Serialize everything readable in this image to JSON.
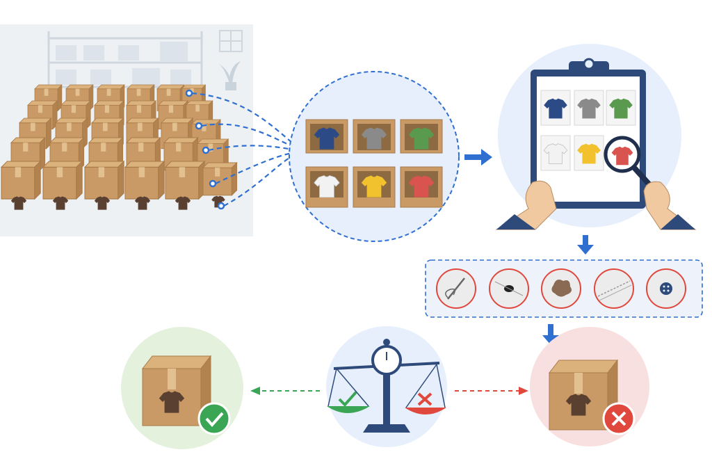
{
  "diagram": {
    "steps": [
      {
        "id": "warehouse",
        "icon": "warehouse-cartons-icon"
      },
      {
        "id": "sample",
        "icon": "opened-sample-cartons-icon"
      },
      {
        "id": "inspection",
        "icon": "clipboard-inspection-icon"
      },
      {
        "id": "defects",
        "icon": "defect-types-icon"
      },
      {
        "id": "decision",
        "icon": "balance-scale-icon"
      },
      {
        "id": "accept",
        "icon": "accepted-carton-icon"
      },
      {
        "id": "reject",
        "icon": "rejected-carton-icon"
      }
    ],
    "shirt_colors": [
      "#2b4a86",
      "#8a8a8a",
      "#5a9a4e",
      "#f2f2f2",
      "#f2c12e",
      "#d9534f"
    ],
    "defect_icons": [
      "needle-thread-icon",
      "hole-icon",
      "stain-icon",
      "broken-stitch-icon",
      "button-icon"
    ],
    "colors": {
      "accent_blue": "#2f6fd0",
      "pass_green": "#3aa655",
      "fail_red": "#e0483e",
      "carton": "#c99a66",
      "carton_dark": "#a87a48",
      "circle_bg": "#e6effb",
      "pass_bg": "#e4f1dd",
      "fail_bg": "#f9e0e0"
    }
  }
}
